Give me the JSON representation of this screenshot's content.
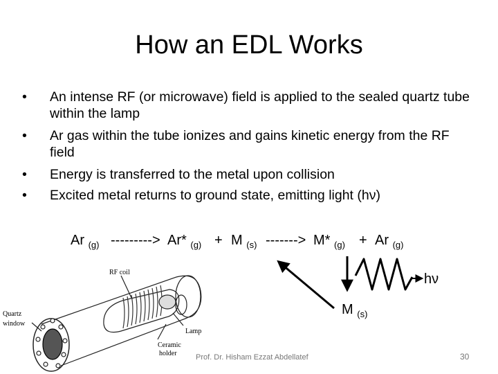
{
  "slide": {
    "title": "How an EDL Works",
    "bullets": [
      "An intense RF (or microwave) field is applied to the sealed quartz tube within the lamp",
      "Ar gas within the tube ionizes and gains kinetic energy from the RF field",
      "Energy is transferred to the metal upon collision",
      "Excited metal returns to ground state, emitting light (hν)"
    ],
    "bullet_symbol": "•",
    "equation": {
      "ar1": "Ar",
      "g1": "(g)",
      "arrow1": "--------->",
      "arstar": "Ar*",
      "g2": "(g)",
      "plus1": "+",
      "m": "M",
      "s1": "(s)",
      "arrow2": "------->",
      "mstar": "M*",
      "g3": "(g)",
      "plus2": "+",
      "ar2": "Ar",
      "g4": "(g)"
    },
    "m_ground": "M",
    "m_ground_sub": "(s)",
    "emission_label": "hν",
    "diagram_labels": {
      "rf_coil": "RF coil",
      "quartz_window_1": "Quartz",
      "quartz_window_2": "window",
      "lamp": "Lamp",
      "ceramic_1": "Ceramic",
      "ceramic_2": "holder"
    },
    "footer": "Prof. Dr. Hisham Ezzat Abdellatef",
    "page_number": "30"
  }
}
